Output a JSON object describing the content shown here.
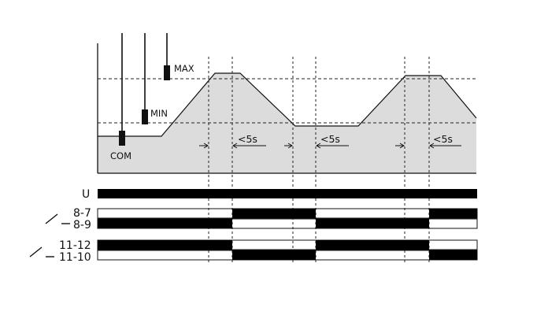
{
  "probes": {
    "com_label": "COM",
    "min_label": "MIN",
    "max_label": "MAX"
  },
  "delay": {
    "label_1": "<5s",
    "label_2": "<5s",
    "label_3": "<5s"
  },
  "signals": {
    "u_label": "U",
    "contact_8_7_label": "8-7",
    "contact_8_9_label": "8-9",
    "contact_11_12_label": "11-12",
    "contact_11_10_label": "11-10"
  },
  "colors": {
    "fill_area": "#dcdcdc",
    "line": "#111111",
    "signal_bar": "#000000",
    "dashed": "#222222"
  }
}
